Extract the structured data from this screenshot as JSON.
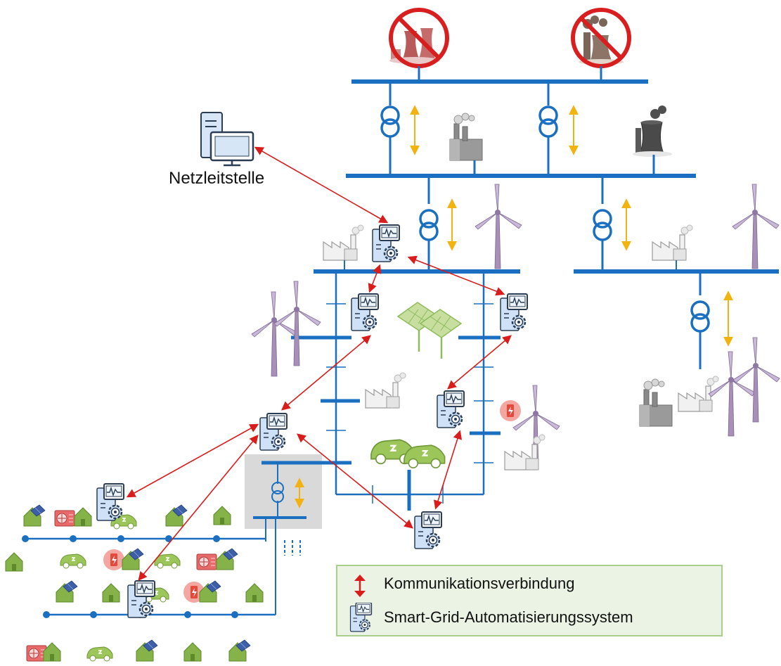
{
  "labels": {
    "control_center": "Netzleitstelle"
  },
  "legend": {
    "communication": "Kommunikationsverbindung",
    "automation_system": "Smart-Grid-Automatisierungssystem"
  },
  "colors": {
    "bus": "#1a6fc0",
    "communication_arrow": "#d91c1c",
    "power_flow_arrow": "#f2b20f",
    "prohibited": "#d81e1e",
    "renewable_green": "#8dbb5b",
    "legend_bg": "#eaf3e4",
    "legend_border": "#a9cf8f"
  },
  "icons": [
    "nuclear-plant-icon",
    "coal-plant-icon",
    "prohibited-icon",
    "factory-icon",
    "cooling-tower-icon",
    "transformer-icon",
    "wind-turbine-icon",
    "solar-panel-icon",
    "house-icon",
    "electric-car-icon",
    "battery-storage-icon",
    "heat-pump-icon",
    "computer-icon",
    "automation-system-icon"
  ]
}
